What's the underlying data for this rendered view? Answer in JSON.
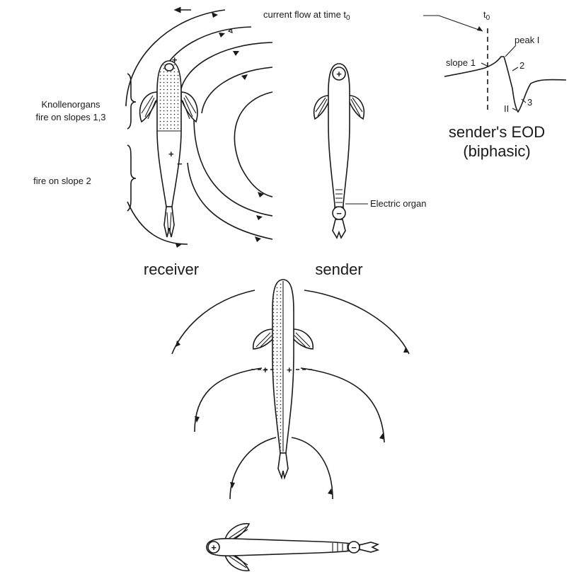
{
  "labels": {
    "current_flow": "current flow at time t",
    "current_flow_sub": "0",
    "t0_main": "t",
    "t0_sub": "0",
    "peak": "peak I",
    "slope1": "slope 1",
    "mark2": "2",
    "mark3": "3",
    "mark_II": "II",
    "eod_line1": "sender's EOD",
    "eod_line2": "(biphasic)",
    "knollen_line1": "Knollenorgans",
    "knollen_line2": "fire on slopes 1,3",
    "fire_slope2": "fire on slope 2",
    "electric_organ": "Electric organ",
    "receiver": "receiver",
    "sender": "sender"
  },
  "colors": {
    "ink": "#1a1a1a",
    "background": "#ffffff"
  },
  "icons": [
    "plus-sign-icon",
    "minus-sign-icon",
    "flow-arrow-icon"
  ]
}
